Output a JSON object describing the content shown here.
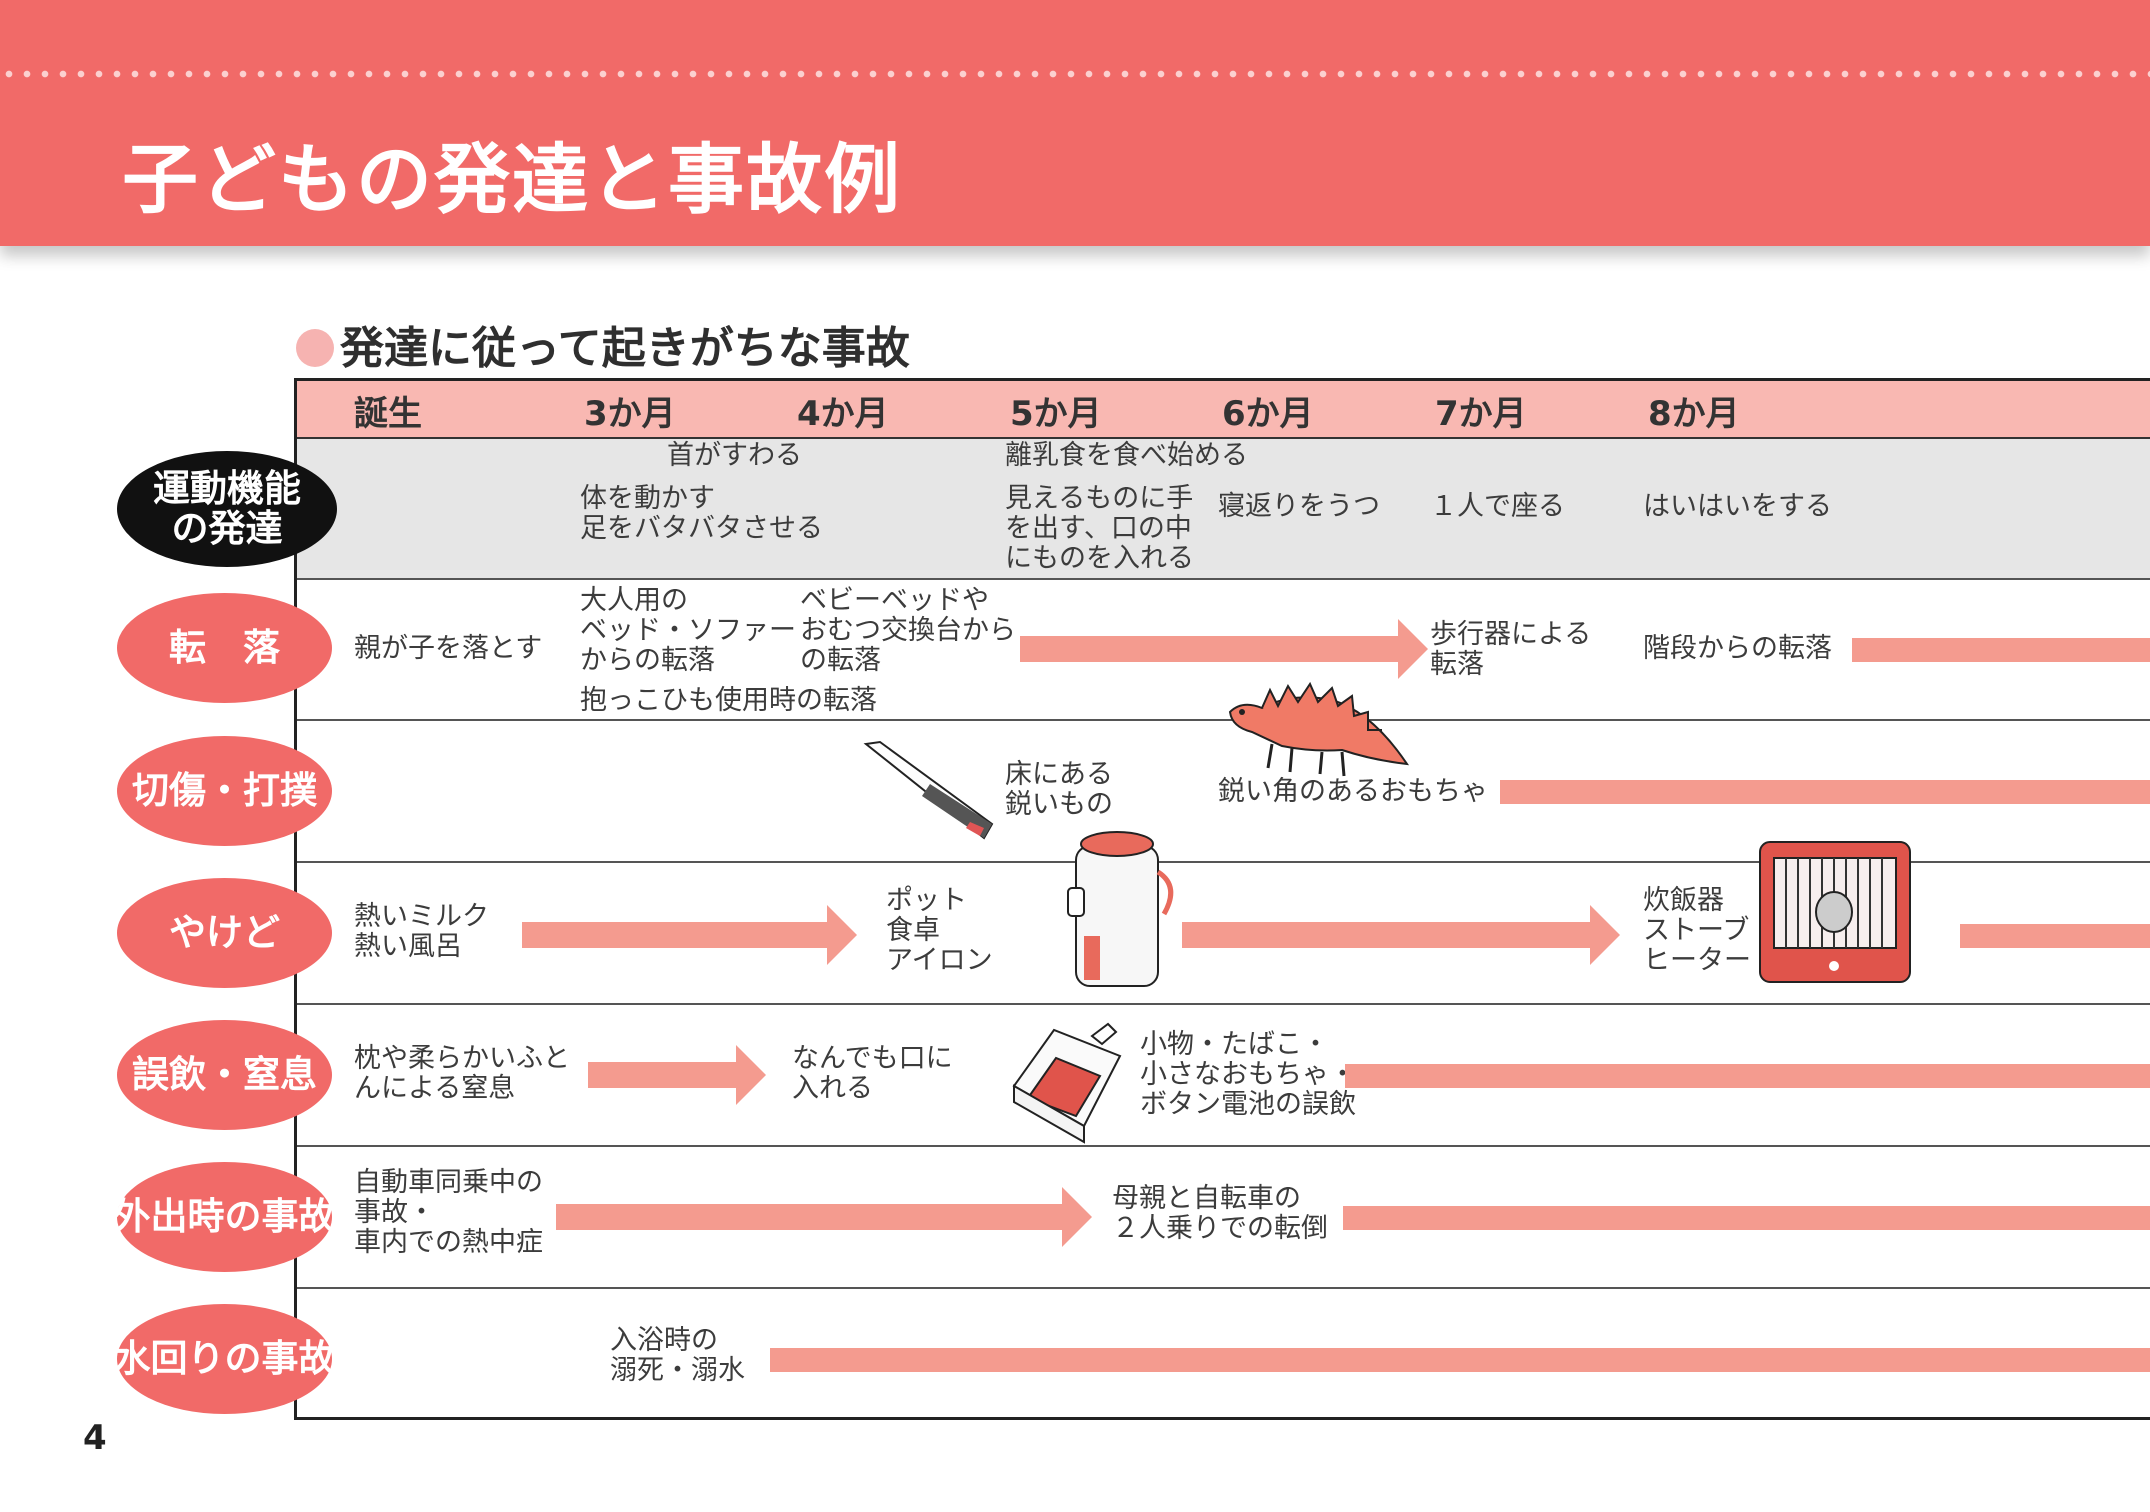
{
  "header": {
    "title": "子どもの発達と事故例"
  },
  "section": {
    "heading": "発達に従って起きがちな事故"
  },
  "months": [
    "誕生",
    "3か月",
    "4か月",
    "5か月",
    "6か月",
    "7か月",
    "8か月"
  ],
  "rows": {
    "motor": {
      "label_line1": "運動機能",
      "label_line2": "の発達",
      "neck": "首がすわる",
      "body": "体を動かす\n足をバタバタさせる",
      "weaning": "離乳食を食べ始める",
      "reach": "見えるものに手\nを出す、口の中\nにものを入れる",
      "rollover": "寝返りをうつ",
      "sit": "１人で座る",
      "crawl": "はいはいをする"
    },
    "fall": {
      "label": "転　落",
      "drop": "親が子を落とす",
      "sofa": "大人用の\nベッド・ソファー\nからの転落",
      "babybed": "ベビーベッドや\nおむつ交換台から\nの転落",
      "carrier": "抱っこひも使用時の転落",
      "walker": "歩行器による\n転落",
      "stairs": "階段からの転落"
    },
    "cut": {
      "label": "切傷・打撲",
      "floor": "床にある\n鋭いもの",
      "toy": "鋭い角のあるおもちゃ"
    },
    "burn": {
      "label": "やけど",
      "milk": "熱いミルク\n熱い風呂",
      "pot": "ポット\n食卓\nアイロン",
      "rice": "炊飯器\nストーブ\nヒーター"
    },
    "choke": {
      "label": "誤飲・窒息",
      "pillow": "枕や柔らかいふと\nんによる窒息",
      "mouth": "なんでも口に\n入れる",
      "small": "小物・たばこ・\n小さなおもちゃ・\nボタン電池の誤飲"
    },
    "outing": {
      "label": "外出時の事故",
      "car": "自動車同乗中の\n事故・\n車内での熱中症",
      "bike": "母親と自転車の\n２人乗りでの転倒"
    },
    "water": {
      "label": "水回りの事故",
      "bath": "入浴時の\n溺死・溺水"
    }
  },
  "page_number": "4",
  "colors": {
    "header": "#f16a68",
    "arrow": "#f49b8f",
    "month_band": "#f9b8b2",
    "motor_band": "#e6e6e6"
  }
}
